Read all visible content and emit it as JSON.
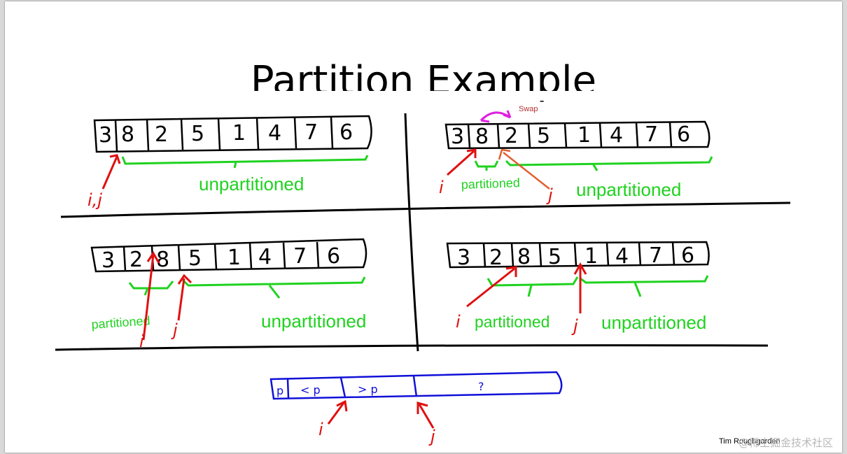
{
  "slide": {
    "title": "Partition Example",
    "author": "Tim Roughgarden",
    "watermark": "@稀土掘金技术社区"
  },
  "panels": [
    {
      "array": [
        "3",
        "8",
        "2",
        "5",
        "1",
        "4",
        "7",
        "6"
      ],
      "labels": {
        "unpartitioned": "unpartitioned"
      },
      "pointers": {
        "ij": "i,j"
      }
    },
    {
      "array": [
        "3",
        "8",
        "2",
        "5",
        "1",
        "4",
        "7",
        "6"
      ],
      "swap": "Swap",
      "labels": {
        "partitioned": "partitioned",
        "unpartitioned": "unpartitioned"
      },
      "pointers": {
        "i": "i",
        "j": "j"
      }
    },
    {
      "array": [
        "3",
        "2",
        "8",
        "5",
        "1",
        "4",
        "7",
        "6"
      ],
      "labels": {
        "partitioned": "partitioned",
        "unpartitioned": "unpartitioned"
      },
      "pointers": {
        "i": "i",
        "j": "j"
      }
    },
    {
      "array": [
        "3",
        "2",
        "8",
        "5",
        "1",
        "4",
        "7",
        "6"
      ],
      "labels": {
        "partitioned": "partitioned",
        "unpartitioned": "unpartitioned"
      },
      "pointers": {
        "i": "i",
        "j": "j"
      }
    }
  ],
  "invariant": {
    "cells": [
      "p",
      "< p",
      "> p",
      "?"
    ],
    "pointers": {
      "i": "i",
      "j": "j"
    }
  },
  "colors": {
    "ink": "#000000",
    "green": "#1fd21f",
    "red": "#e01010",
    "blue": "#1010d8",
    "magenta": "#e020e0"
  }
}
